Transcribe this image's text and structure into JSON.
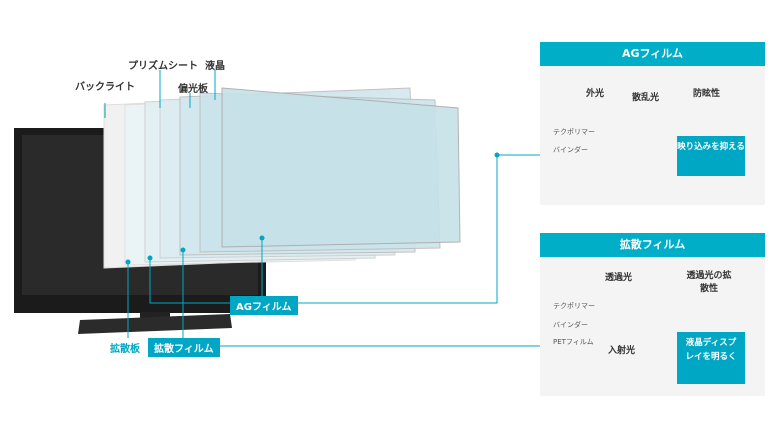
{
  "layers": {
    "backlight": "バックライト",
    "prism": "プリズムシート",
    "polarizer": "偏光板",
    "lcd": "液晶",
    "ag_film": "AGフィルム",
    "diffuser_plate": "拡散板",
    "diffuser_film": "拡散フィルム"
  },
  "ag_panel": {
    "title": "AGフィルム",
    "outside_light": "外光",
    "scattered_light": "散乱光",
    "techpolymer": "テクポリマー",
    "binder": "バインダー",
    "property": "防眩性",
    "result": "映り込みを抑える"
  },
  "diff_panel": {
    "title": "拡散フィルム",
    "transmitted_light": "透過光",
    "techpolymer": "テクポリマー",
    "binder": "バインダー",
    "pet": "PETフィルム",
    "incident_light": "入射光",
    "property": "透過光の拡散性",
    "result": "液晶ディスプレイを明るく"
  },
  "colors": {
    "accent": "#00a7c4",
    "panel_bg": "#f4f4f4"
  }
}
